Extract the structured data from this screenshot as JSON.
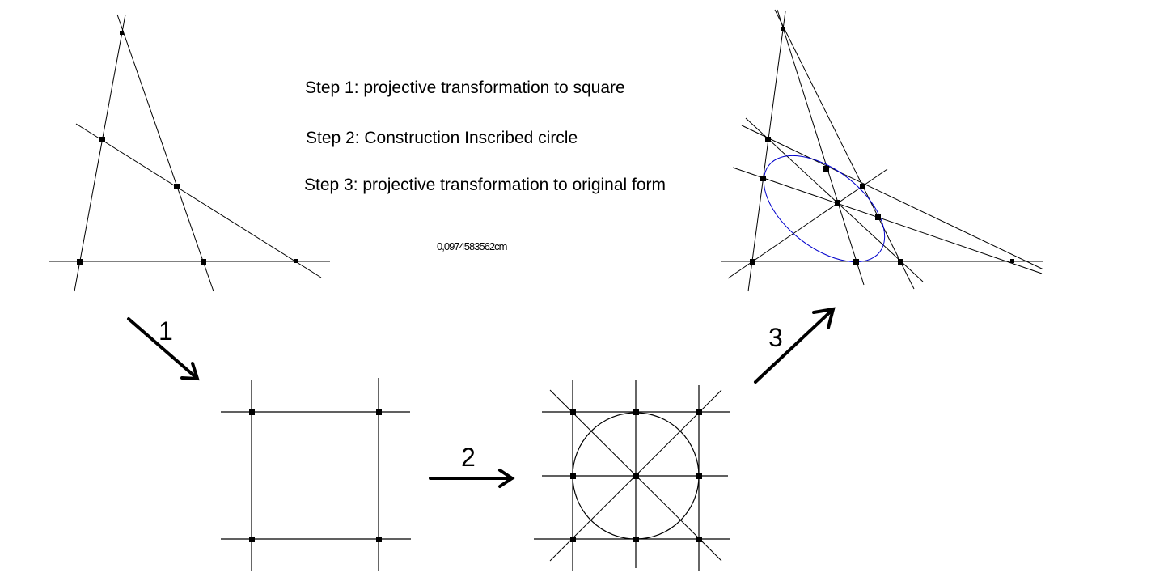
{
  "steps": [
    {
      "text": "Step 1: projective transformation to square"
    },
    {
      "text": "Step 2: Construction Inscribed circle"
    },
    {
      "text": "Step 3: projective transformation to original form"
    }
  ],
  "overlapping_text": "0,0974583562cm",
  "arrows": [
    {
      "label": "1"
    },
    {
      "label": "2"
    },
    {
      "label": "3"
    }
  ],
  "colors": {
    "lines": "#000000",
    "ellipse": "#0000cc",
    "background": "#ffffff"
  }
}
